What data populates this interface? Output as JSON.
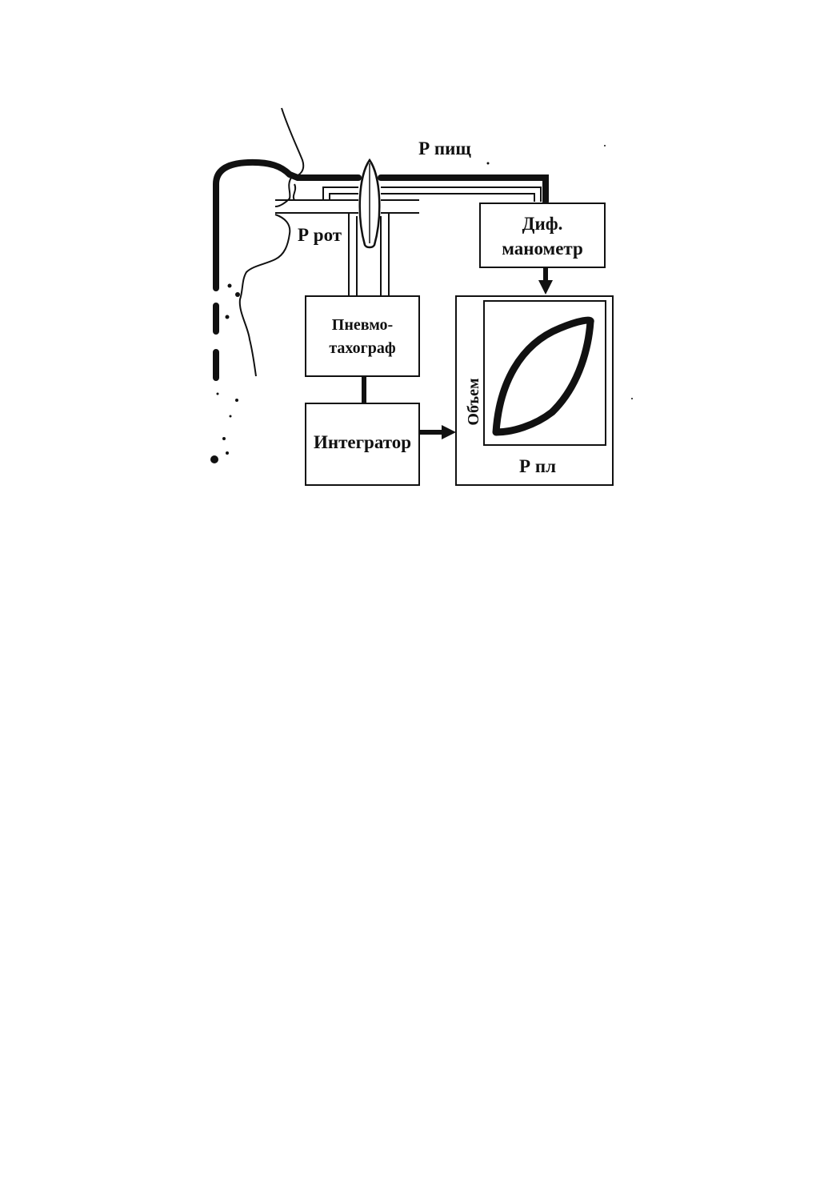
{
  "labels": {
    "p_esophageal": "Р пищ",
    "p_mouth": "Р рот",
    "diff_manometer_line1": "Диф.",
    "diff_manometer_line2": "манометр",
    "pneumotachograph_line1": "Пневмо-",
    "pneumotachograph_line2": "тахограф",
    "integrator": "Интегратор",
    "axis_volume": "Объем",
    "axis_p_pleural": "Р пл"
  },
  "colors": {
    "ink": "#111111",
    "paper": "#ffffff"
  }
}
